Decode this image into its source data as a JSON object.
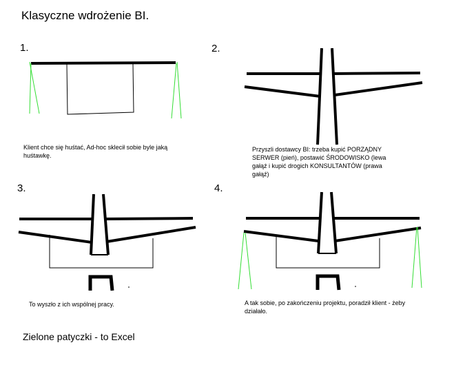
{
  "title": "Klasyczne wdrożenie BI.",
  "panels": [
    {
      "number": "1.",
      "caption": "Klient chce się huśtać, Ad-hoc sklecił sobie byle jaką huśtawkę."
    },
    {
      "number": "2.",
      "caption": "Przyszli dostawcy BI: trzeba kupić PORZĄDNY SERWER (pień), postawić ŚRODOWISKO (lewa gałąź i kupić drogich KONSULTANTÓW (prawa gałąź)"
    },
    {
      "number": "3.",
      "caption": "To wyszło z ich wspólnej pracy."
    },
    {
      "number": "4.",
      "caption": "A tak sobie, po zakończeniu projektu, poradził klient - żeby działało."
    }
  ],
  "footer": "Zielone patyczki - to Excel",
  "colors": {
    "ink": "#000000",
    "excel_green": "#33dd33"
  }
}
